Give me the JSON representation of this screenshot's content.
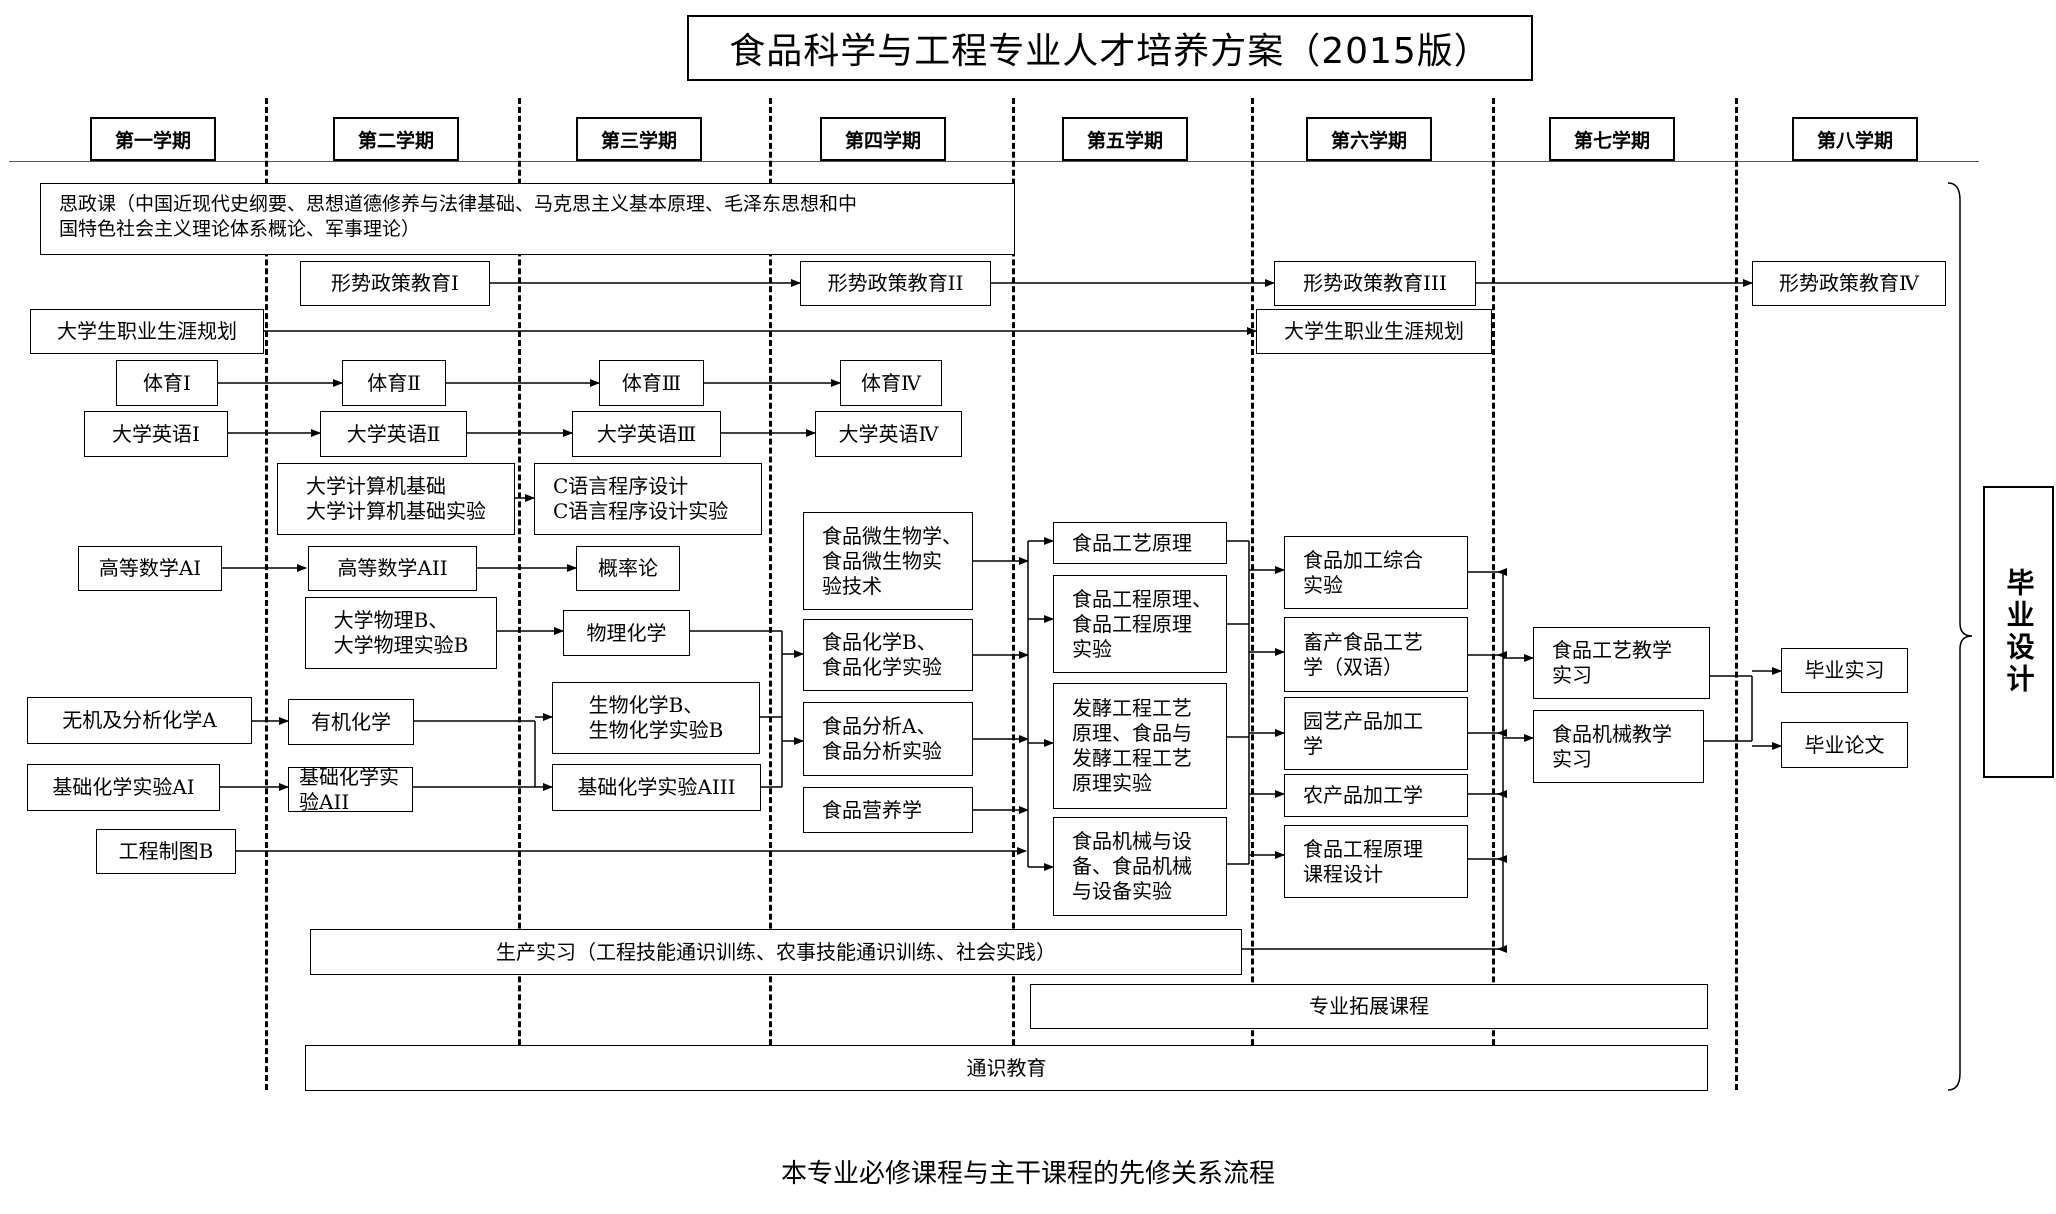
{
  "title": "食品科学与工程专业人才培养方案（2015版）",
  "caption": "本专业必修课程与主干课程的先修关系流程",
  "semesters": [
    "第一学期",
    "第二学期",
    "第三学期",
    "第四学期",
    "第五学期",
    "第六学期",
    "第七学期",
    "第八学期"
  ],
  "graduation_design": "毕业设计",
  "courses": {
    "sizheng": "思政课（中国近现代史纲要、思想道德修养与法律基础、马克思主义基本原理、毛泽东思想和中\n国特色社会主义理论体系概论、军事理论）",
    "xingshi1": "形势政策教育Ⅰ",
    "xingshi2": "形势政策教育II",
    "xingshi3": "形势政策教育III",
    "xingshi4": "形势政策教育Ⅳ",
    "zhiye1": "大学生职业生涯规划",
    "zhiye2": "大学生职业生涯规划",
    "tiyu1": "体育Ⅰ",
    "tiyu2": "体育Ⅱ",
    "tiyu3": "体育Ⅲ",
    "tiyu4": "体育Ⅳ",
    "english1": "大学英语Ⅰ",
    "english2": "大学英语Ⅱ",
    "english3": "大学英语Ⅲ",
    "english4": "大学英语Ⅳ",
    "computer": "大学计算机基础\n大学计算机基础实验",
    "clang": "C语言程序设计\nC语言程序设计实验",
    "math1": "高等数学AI",
    "math2": "高等数学AII",
    "prob": "概率论",
    "physics": "大学物理B、\n大学物理实验B",
    "physchem": "物理化学",
    "inorganic": "无机及分析化学A",
    "organic": "有机化学",
    "biochem": "生物化学B、\n生物化学实验B",
    "chemlab1": "基础化学实验AI",
    "chemlab2": "基础化学实验AII",
    "chemlab3": "基础化学实验AIII",
    "drawing": "工程制图B",
    "micro": "食品微生物学、\n食品微生物实\n验技术",
    "foodchem": "食品化学B、\n食品化学实验",
    "analysis": "食品分析A、\n食品分析实验",
    "nutrition": "食品营养学",
    "process": "食品工艺原理",
    "engprinciple": "食品工程原理、\n食品工程原理\n实验",
    "ferment": "发酵工程工艺\n原理、食品与\n发酵工程工艺\n原理实验",
    "machinery": "食品机械与设\n备、食品机械\n与设备实验",
    "comprehensive": "食品加工综合\n实验",
    "animal": "畜产食品工艺\n学（双语）",
    "horti": "园艺产品加工\n学",
    "agri": "农产品加工学",
    "design": "食品工程原理\n课程设计",
    "teach_process": "食品工艺教学\n实习",
    "teach_machine": "食品机械教学\n实习",
    "grad_intern": "毕业实习",
    "thesis": "毕业论文",
    "production": "生产实习（工程技能通识训练、农事技能通识训练、社会实践）",
    "extension": "专业拓展课程",
    "general": "通识教育"
  }
}
